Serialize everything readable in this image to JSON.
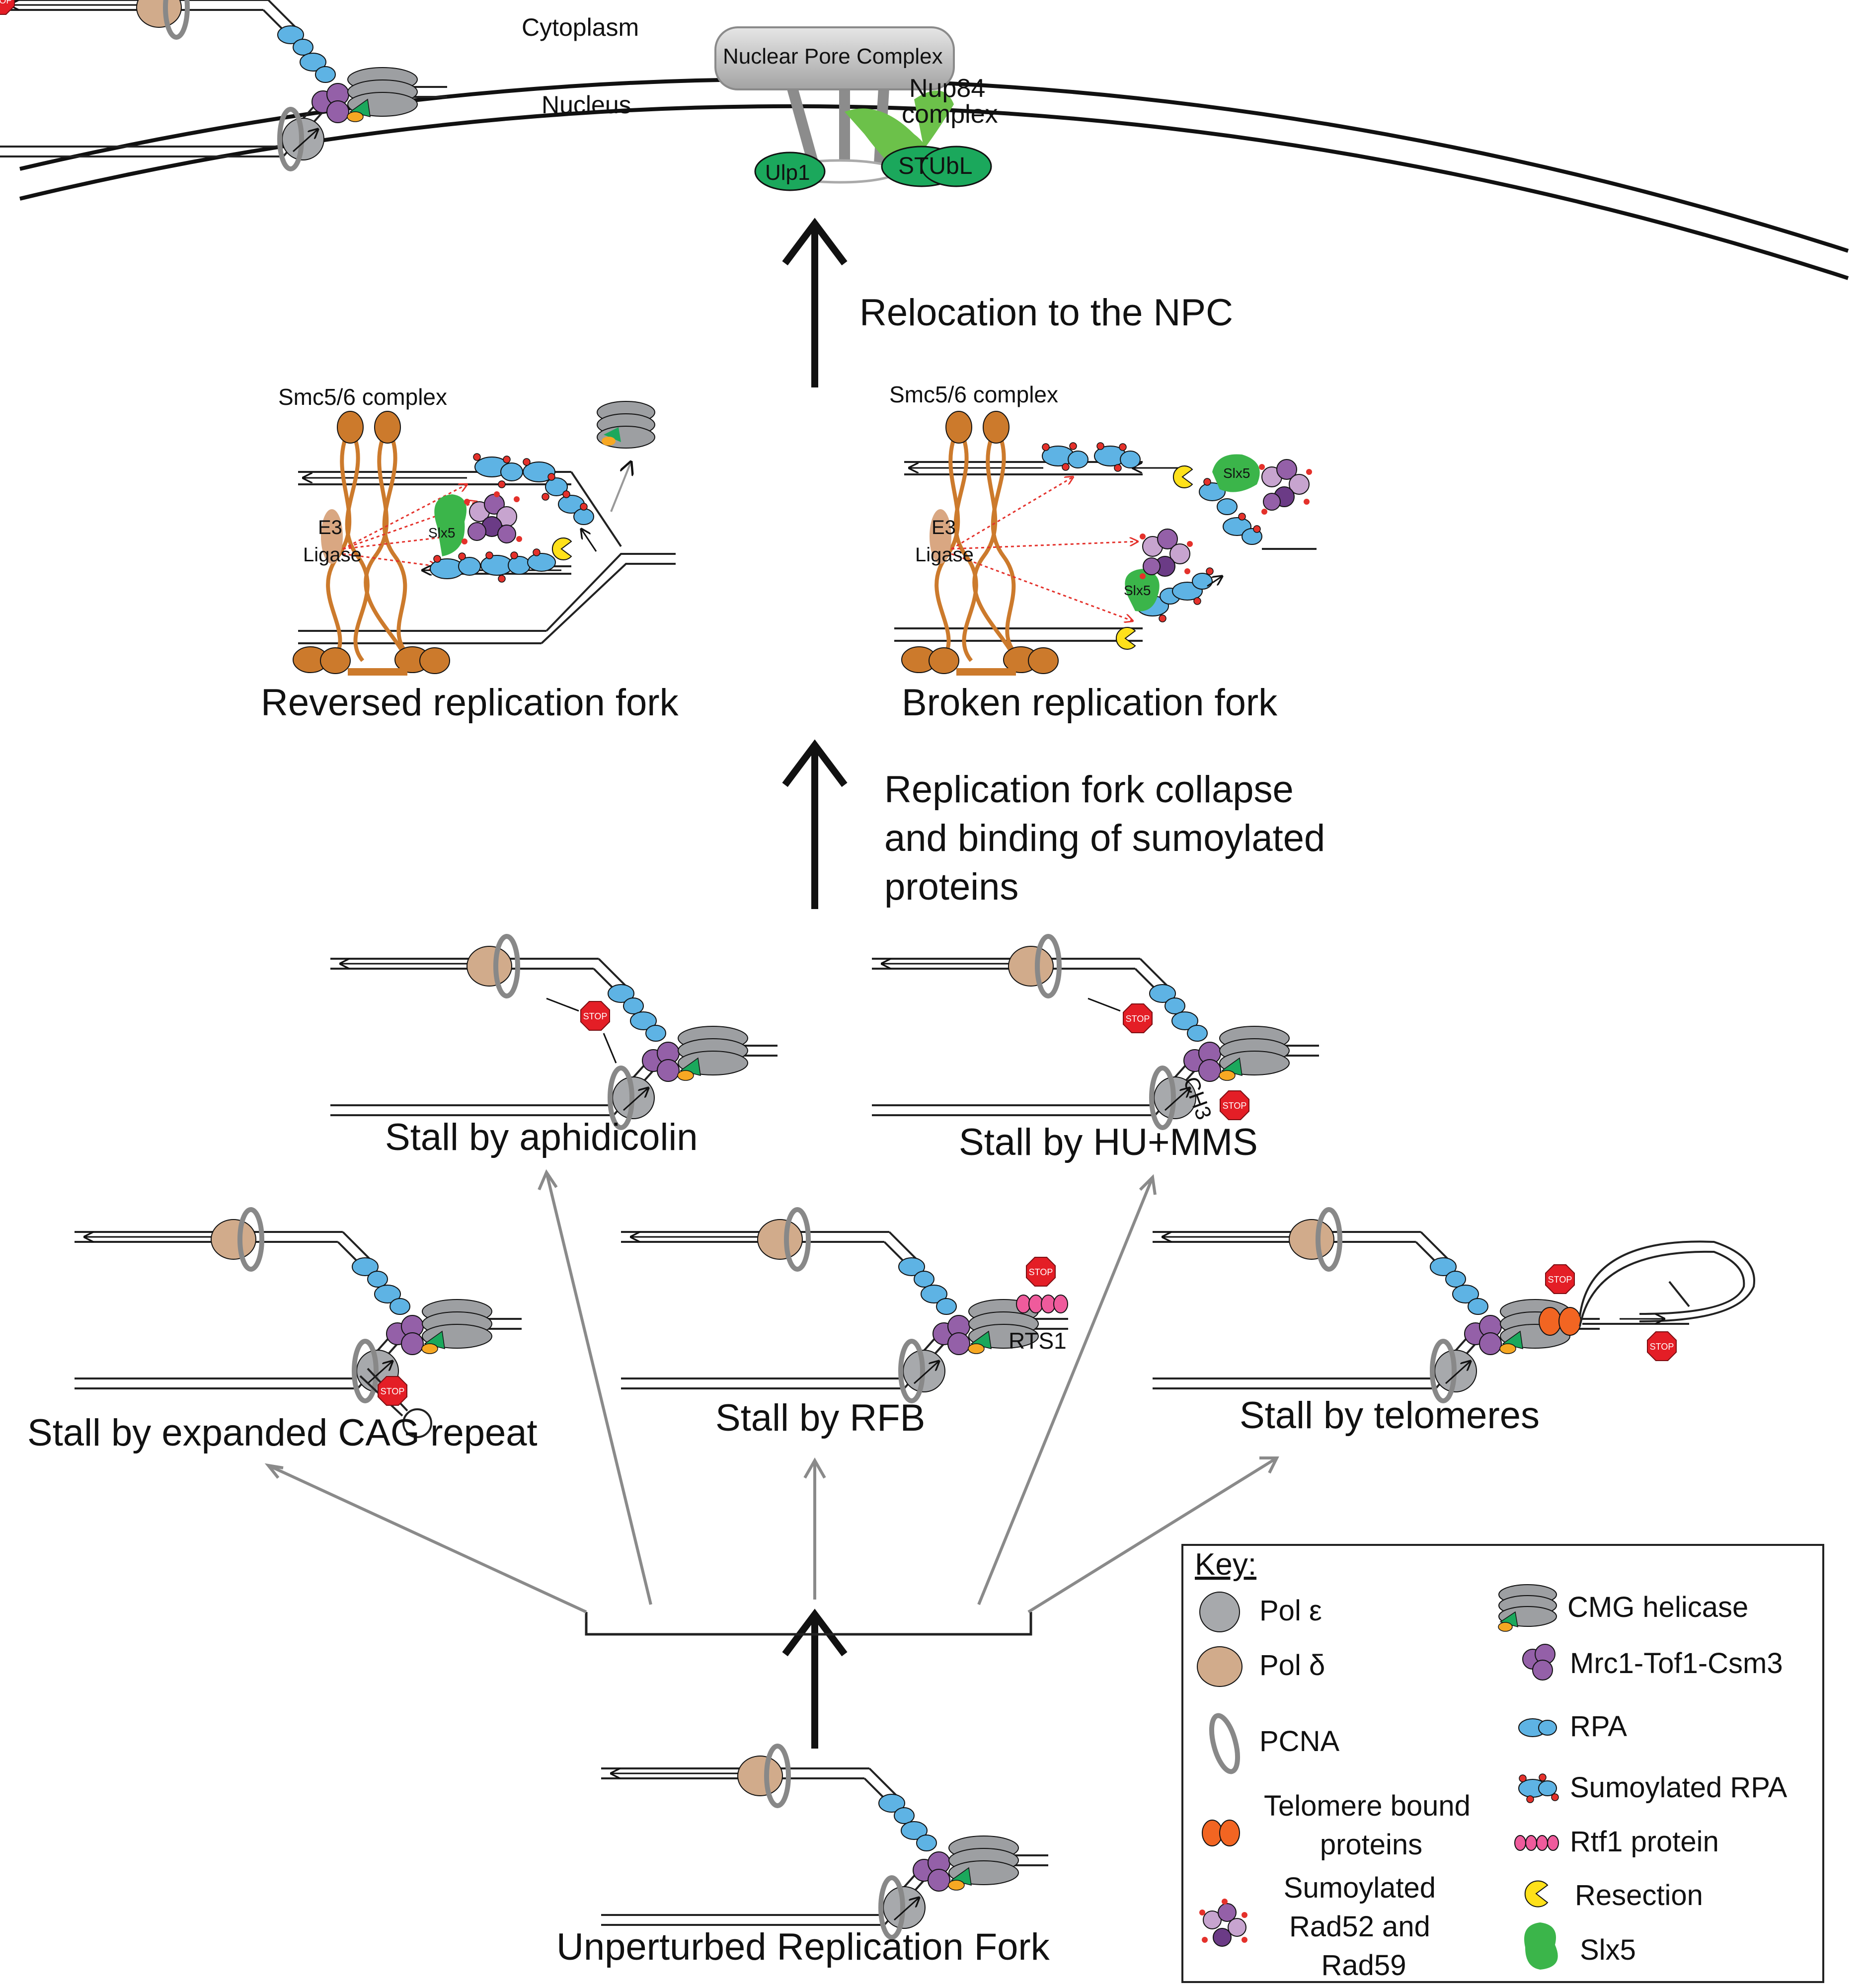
{
  "membrane": {
    "cytoplasm": "Cytoplasm",
    "nucleus": "Nucleus",
    "npc": "Nuclear Pore Complex",
    "nup84": "Nup84\ncomplex",
    "ulp1": "Ulp1",
    "stubl": "STUbL"
  },
  "steps": {
    "relocation": "Relocation to the NPC",
    "collapse": "Replication fork collapse\nand binding of sumoylated\nproteins"
  },
  "forks": {
    "smc56_a": "Smc5/6 complex",
    "smc56_b": "Smc5/6 complex",
    "e3_a": "E3\nLigase",
    "e3_b": "E3\nLigase",
    "slx5": "Slx5",
    "reversed": "Reversed replication fork",
    "broken": "Broken replication fork"
  },
  "stalls": {
    "aphidicolin": "Stall by aphidicolin",
    "hu_mms": "Stall by HU+MMS",
    "ch3": "CH3",
    "cag": "Stall by expanded CAG repeat",
    "rfb": "Stall by RFB",
    "rts1": "RTS1",
    "telomeres": "Stall by telomeres",
    "stop": "STOP",
    "unperturbed": "Unperturbed Replication Fork"
  },
  "key": {
    "title": "Key:",
    "left": [
      {
        "icon": "pol-epsilon",
        "label": "Pol ε"
      },
      {
        "icon": "pol-delta",
        "label": "Pol δ"
      },
      {
        "icon": "pcna",
        "label": "PCNA"
      },
      {
        "icon": "telomere-bound-proteins",
        "label": "Telomere bound\nproteins"
      },
      {
        "icon": "sumoylated-rad52-rad59",
        "label": "Sumoylated\nRad52 and\nRad59"
      }
    ],
    "right": [
      {
        "icon": "cmg-helicase",
        "label": "CMG helicase"
      },
      {
        "icon": "mrc1-tof1-csm3",
        "label": "Mrc1-Tof1-Csm3"
      },
      {
        "icon": "rpa",
        "label": "RPA"
      },
      {
        "icon": "sumoylated-rpa",
        "label": "Sumoylated RPA"
      },
      {
        "icon": "rtf1-protein",
        "label": "Rtf1 protein"
      },
      {
        "icon": "resection",
        "label": "Resection"
      },
      {
        "icon": "slx5",
        "label": "Slx5"
      }
    ]
  },
  "colors": {
    "pol_epsilon": "#a7a9ac",
    "pol_delta": "#d1ab8b",
    "rpa": "#5eb3e4",
    "mrc1": "#9460a8",
    "helicase": "#9d9fa2",
    "sumo": "#e4312b",
    "slx5": "#3bb54a",
    "stubl": "#1ba85c",
    "nup84": "#6cc14a",
    "resection": "#ffe11a",
    "telomere": "#f26522",
    "rtf1": "#ef5b9c",
    "smc": "#cc7a2c",
    "e3": "#d9a782",
    "stop": "#e41e26"
  }
}
